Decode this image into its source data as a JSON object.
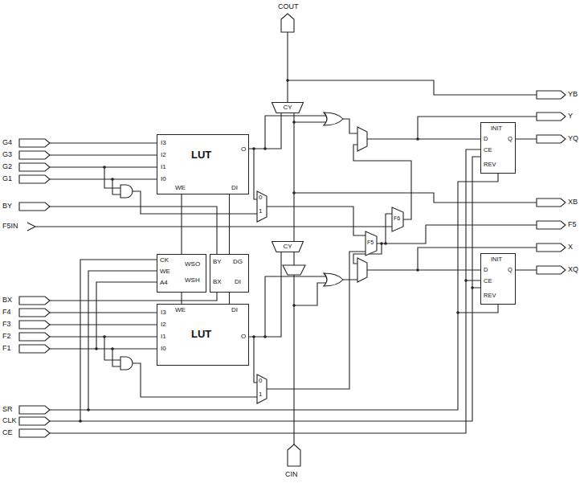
{
  "diagram": {
    "nodes": [
      {
        "text": [
          "LUT",
          "I3",
          "I2",
          "I1",
          "I0",
          "WE",
          "DI",
          "O"
        ]
      },
      {
        "text": [
          "LUT",
          "I3",
          "I2",
          "I1",
          "I0",
          "WE",
          "DI",
          "O"
        ]
      },
      {
        "text": [
          "CK",
          "WE",
          "A4",
          "WSO",
          "WSH"
        ]
      },
      {
        "text": [
          "BY",
          "DG",
          "BX",
          "DI"
        ]
      },
      {
        "text": [
          "CY"
        ]
      },
      {
        "text": [
          "CY"
        ]
      },
      {
        "text": [
          "INIT",
          "D",
          "Q",
          "CE",
          "REV"
        ]
      },
      {
        "text": [
          "INIT",
          "D",
          "Q",
          "CE",
          "REV"
        ]
      }
    ],
    "edges": [
      {
        "from": 0,
        "to": 4,
        "arrow": "none"
      },
      {
        "from": 1,
        "to": 5,
        "arrow": "none"
      },
      {
        "from": 5,
        "to": 4,
        "arrow": "none"
      },
      {
        "from": 2,
        "to": 0,
        "arrow": "none"
      },
      {
        "from": 2,
        "to": 1,
        "arrow": "none"
      },
      {
        "from": 3,
        "to": 0,
        "arrow": "none"
      },
      {
        "from": 3,
        "to": 1,
        "arrow": "none"
      }
    ],
    "labels": [
      "COUT",
      "G4",
      "G3",
      "G2",
      "G1",
      "BY",
      "F5IN",
      "BX",
      "F4",
      "F3",
      "F2",
      "F1",
      "SR",
      "CLK",
      "CE",
      "CIN",
      "YB",
      "Y",
      "YQ",
      "XB",
      "F5",
      "X",
      "XQ",
      "0",
      "1",
      "0",
      "1",
      "F6",
      "F5"
    ]
  }
}
